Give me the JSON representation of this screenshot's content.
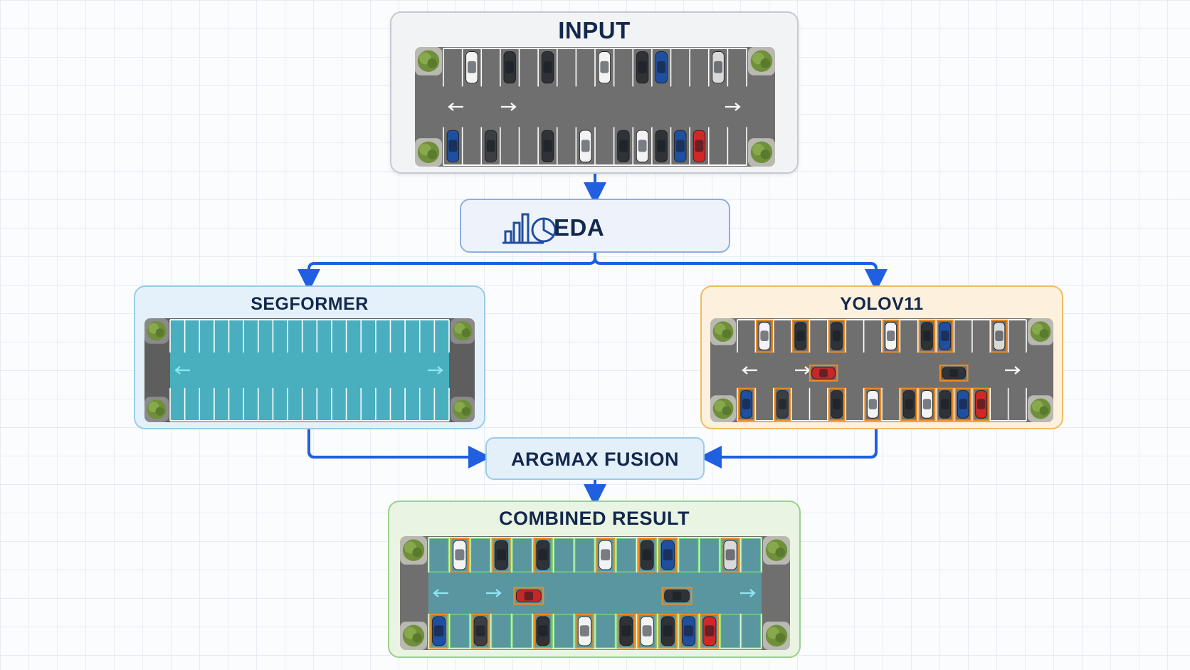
{
  "nodes": {
    "input": {
      "title": "INPUT"
    },
    "eda": {
      "title": "EDA",
      "icon": "chart-icon"
    },
    "segformer": {
      "title": "SEGFORMER"
    },
    "yolo": {
      "title": "YOLOV11"
    },
    "fusion": {
      "title": "ARGMAX FUSION"
    },
    "result": {
      "title": "COMBINED RESULT"
    }
  },
  "edges": [
    {
      "from": "input",
      "to": "eda"
    },
    {
      "from": "eda",
      "to": "segformer"
    },
    {
      "from": "eda",
      "to": "yolo"
    },
    {
      "from": "segformer",
      "to": "fusion"
    },
    {
      "from": "yolo",
      "to": "fusion"
    },
    {
      "from": "fusion",
      "to": "result"
    }
  ],
  "colors": {
    "arrow": "#1f5fe0",
    "asphalt": "#6f6f70",
    "segmentation": "#48b6c8",
    "detection_box": "#f08c1e",
    "grass": "#6f8f3a"
  },
  "parking": {
    "top_row": [
      "#f3f3f3",
      "#2f3236",
      "#2f3236",
      "#f3f3f3",
      "#2f3236",
      "#1f4fa0",
      "#d9d9d9"
    ],
    "bottom_row": [
      "#1f4fa0",
      "#3b3f44",
      "#2f3236",
      "#f3f3f3",
      "#2f3236",
      "#f3f3f3",
      "#2f3236",
      "#1f4fa0",
      "#d02828"
    ],
    "aisle_cars": [
      "#c62828",
      "#2f3236"
    ]
  }
}
